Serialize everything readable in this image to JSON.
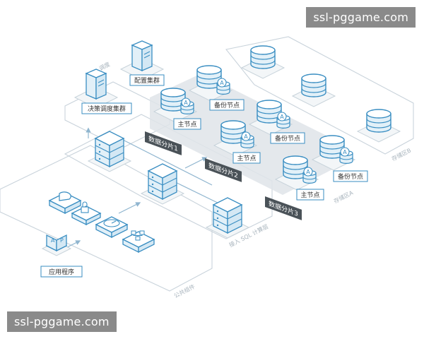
{
  "watermarks": {
    "top": "ssl-pggame.com",
    "bottom": "ssl-pggame.com"
  },
  "labels": {
    "decision_cluster": "决策调度集群",
    "config_cluster": "配置集群",
    "scheduling": "调度",
    "primary_1": "主节点",
    "backup_1": "备份节点",
    "primary_2": "主节点",
    "backup_2": "备份节点",
    "primary_3": "主节点",
    "backup_3": "备份节点",
    "shard_1": "数据分片1",
    "shard_2": "数据分片2",
    "shard_3": "数据分片3",
    "access_layer": "接入 SQL 计算层",
    "app": "应用程序",
    "public_components": "公共组件",
    "storage_area": "存储区A",
    "storage_b": "存储区B"
  },
  "colors": {
    "accent": "#3a8ec2",
    "line": "#b9c9d6",
    "fill": "#e2f0f8",
    "dark": "#4a5258",
    "band": "#d7dde3"
  },
  "icons": {
    "server": "server-rack-icon",
    "database": "database-cylinder-icon",
    "pie": "pie-chart-block-icon",
    "lock": "lock-block-icon",
    "monitor": "dashboard-block-icon",
    "flow": "flowchart-block-icon",
    "app": "app-block-icon"
  }
}
